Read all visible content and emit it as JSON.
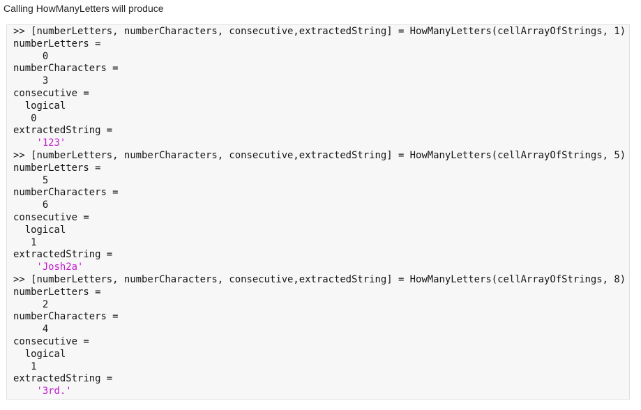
{
  "intro": {
    "text": "Calling HowManyLetters will produce"
  },
  "colors": {
    "text": "#262626",
    "code_text": "#141414",
    "string_text": "#c11bcd",
    "block_bg": "#f7f7f7",
    "block_border": "#e0e0e0",
    "page_bg": "#ffffff"
  },
  "console": {
    "calls": [
      {
        "function": "HowManyLetters",
        "argument": "1",
        "lines": [
          {
            "text": ">> [numberLetters, numberCharacters, consecutive,extractedString] = HowManyLetters(cellArrayOfStrings, 1)",
            "kind": "command"
          },
          {
            "text": "numberLetters =",
            "kind": "plain"
          },
          {
            "text": "     0",
            "kind": "plain"
          },
          {
            "text": "numberCharacters =",
            "kind": "plain"
          },
          {
            "text": "     3",
            "kind": "plain"
          },
          {
            "text": "consecutive =",
            "kind": "plain"
          },
          {
            "text": "  logical",
            "kind": "plain"
          },
          {
            "text": "   0",
            "kind": "plain"
          },
          {
            "text": "extractedString =",
            "kind": "plain"
          },
          {
            "text": "    '123'",
            "kind": "string"
          }
        ]
      },
      {
        "function": "HowManyLetters",
        "argument": "5",
        "lines": [
          {
            "text": ">> [numberLetters, numberCharacters, consecutive,extractedString] = HowManyLetters(cellArrayOfStrings, 5)",
            "kind": "command"
          },
          {
            "text": "numberLetters =",
            "kind": "plain"
          },
          {
            "text": "     5",
            "kind": "plain"
          },
          {
            "text": "numberCharacters =",
            "kind": "plain"
          },
          {
            "text": "     6",
            "kind": "plain"
          },
          {
            "text": "consecutive =",
            "kind": "plain"
          },
          {
            "text": "  logical",
            "kind": "plain"
          },
          {
            "text": "   1",
            "kind": "plain"
          },
          {
            "text": "extractedString =",
            "kind": "plain"
          },
          {
            "text": "    'Josh2a'",
            "kind": "string"
          }
        ]
      },
      {
        "function": "HowManyLetters",
        "argument": "8",
        "lines": [
          {
            "text": ">> [numberLetters, numberCharacters, consecutive,extractedString] = HowManyLetters(cellArrayOfStrings, 8)",
            "kind": "command"
          },
          {
            "text": "numberLetters =",
            "kind": "plain"
          },
          {
            "text": "     2",
            "kind": "plain"
          },
          {
            "text": "numberCharacters =",
            "kind": "plain"
          },
          {
            "text": "     4",
            "kind": "plain"
          },
          {
            "text": "consecutive =",
            "kind": "plain"
          },
          {
            "text": "  logical",
            "kind": "plain"
          },
          {
            "text": "   1",
            "kind": "plain"
          },
          {
            "text": "extractedString =",
            "kind": "plain"
          },
          {
            "text": "    '3rd.'",
            "kind": "string"
          }
        ]
      }
    ]
  }
}
